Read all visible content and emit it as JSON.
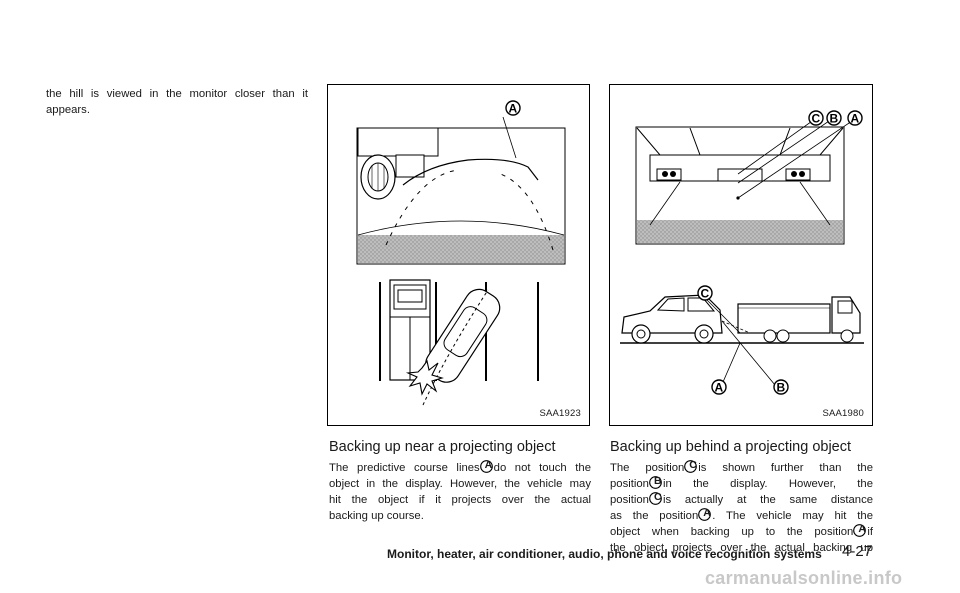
{
  "intro": {
    "line1": "the hill is viewed in the monitor closer than it",
    "line2": "appears."
  },
  "figure1": {
    "code": "SAA1923",
    "label_a": "A"
  },
  "figure2": {
    "code": "SAA1980",
    "label_a": "A",
    "label_b": "B",
    "label_c": "C"
  },
  "section1": {
    "heading": "Backing up near a projecting object",
    "l1a": "The predictive course lines",
    "ref1": "A",
    "l1b": "do not touch the",
    "l2": "object in the display. However, the vehicle may",
    "l3": "hit the object if it projects over the actual",
    "l4": "backing up course."
  },
  "section2": {
    "heading": "Backing up behind a projecting object",
    "l1a": "The position",
    "ref_c1": "C",
    "l1b": "is shown further than the",
    "l2a": "position",
    "ref_b": "B",
    "l2b": "in the display. However, the",
    "l3a": "position",
    "ref_c2": "C",
    "l3b": "is actually at the same distance",
    "l4a": "as the position",
    "ref_a1": "A",
    "l4b": ". The vehicle may hit the",
    "l5a": "object when backing up to the position",
    "ref_a2": "A",
    "l5b": "if",
    "l6": "the object projects over the actual backing up"
  },
  "footer": {
    "title": "Monitor, heater, air conditioner, audio, phone and voice recognition systems",
    "page": "4-27"
  },
  "watermark": "carmanualsonline.info"
}
